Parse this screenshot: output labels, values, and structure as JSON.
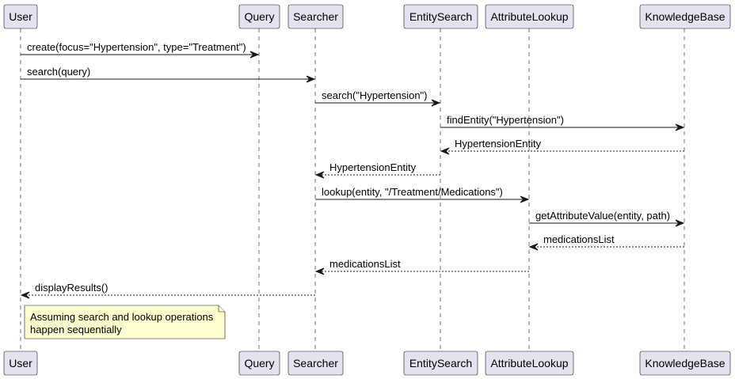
{
  "participants": [
    {
      "id": "user",
      "label": "User"
    },
    {
      "id": "query",
      "label": "Query"
    },
    {
      "id": "searcher",
      "label": "Searcher"
    },
    {
      "id": "entitysearch",
      "label": "EntitySearch"
    },
    {
      "id": "attributelookup",
      "label": "AttributeLookup"
    },
    {
      "id": "knowledgebase",
      "label": "KnowledgeBase"
    }
  ],
  "messages": [
    {
      "from": "user",
      "to": "query",
      "label": "create(focus=\"Hypertension\", type=\"Treatment\")",
      "style": "solid"
    },
    {
      "from": "user",
      "to": "searcher",
      "label": "search(query)",
      "style": "solid"
    },
    {
      "from": "searcher",
      "to": "entitysearch",
      "label": "search(\"Hypertension\")",
      "style": "solid"
    },
    {
      "from": "entitysearch",
      "to": "knowledgebase",
      "label": "findEntity(\"Hypertension\")",
      "style": "solid"
    },
    {
      "from": "knowledgebase",
      "to": "entitysearch",
      "label": "HypertensionEntity",
      "style": "dashed"
    },
    {
      "from": "entitysearch",
      "to": "searcher",
      "label": "HypertensionEntity",
      "style": "dashed"
    },
    {
      "from": "searcher",
      "to": "attributelookup",
      "label": "lookup(entity, \"/Treatment/Medications\")",
      "style": "solid"
    },
    {
      "from": "attributelookup",
      "to": "knowledgebase",
      "label": "getAttributeValue(entity, path)",
      "style": "solid"
    },
    {
      "from": "knowledgebase",
      "to": "attributelookup",
      "label": "medicationsList",
      "style": "dashed"
    },
    {
      "from": "attributelookup",
      "to": "searcher",
      "label": "medicationsList",
      "style": "dashed"
    },
    {
      "from": "searcher",
      "to": "user",
      "label": "displayResults()",
      "style": "dashed"
    }
  ],
  "note": {
    "lines": [
      "Assuming search and lookup operations",
      "happen sequentially"
    ]
  }
}
